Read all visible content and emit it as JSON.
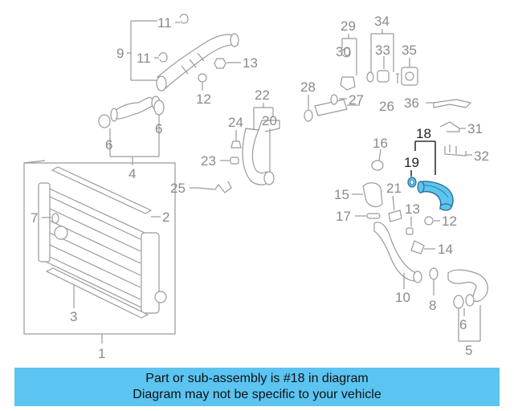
{
  "highlight_color": "#5bc4f1",
  "highlight_part": "18",
  "labels": {
    "p1": "1",
    "p2": "2",
    "p3": "3",
    "p4": "4",
    "p5": "5",
    "p6a": "6",
    "p6b": "6",
    "p6c": "6",
    "p7": "7",
    "p8": "8",
    "p9": "9",
    "p10": "10",
    "p11a": "11",
    "p11b": "11",
    "p12a": "12",
    "p12b": "12",
    "p13a": "13",
    "p13b": "13",
    "p14": "14",
    "p15": "15",
    "p16": "16",
    "p17": "17",
    "p18": "18",
    "p19": "19",
    "p20": "20",
    "p21": "21",
    "p22": "22",
    "p23": "23",
    "p24": "24",
    "p25": "25",
    "p26": "26",
    "p27": "27",
    "p28": "28",
    "p29": "29",
    "p30": "30",
    "p31": "31",
    "p32": "32",
    "p33": "33",
    "p34": "34",
    "p35": "35",
    "p36": "36"
  },
  "banner": {
    "line1": "Part or sub-assembly is #18 in diagram",
    "line2": "Diagram may not be specific to your vehicle"
  }
}
